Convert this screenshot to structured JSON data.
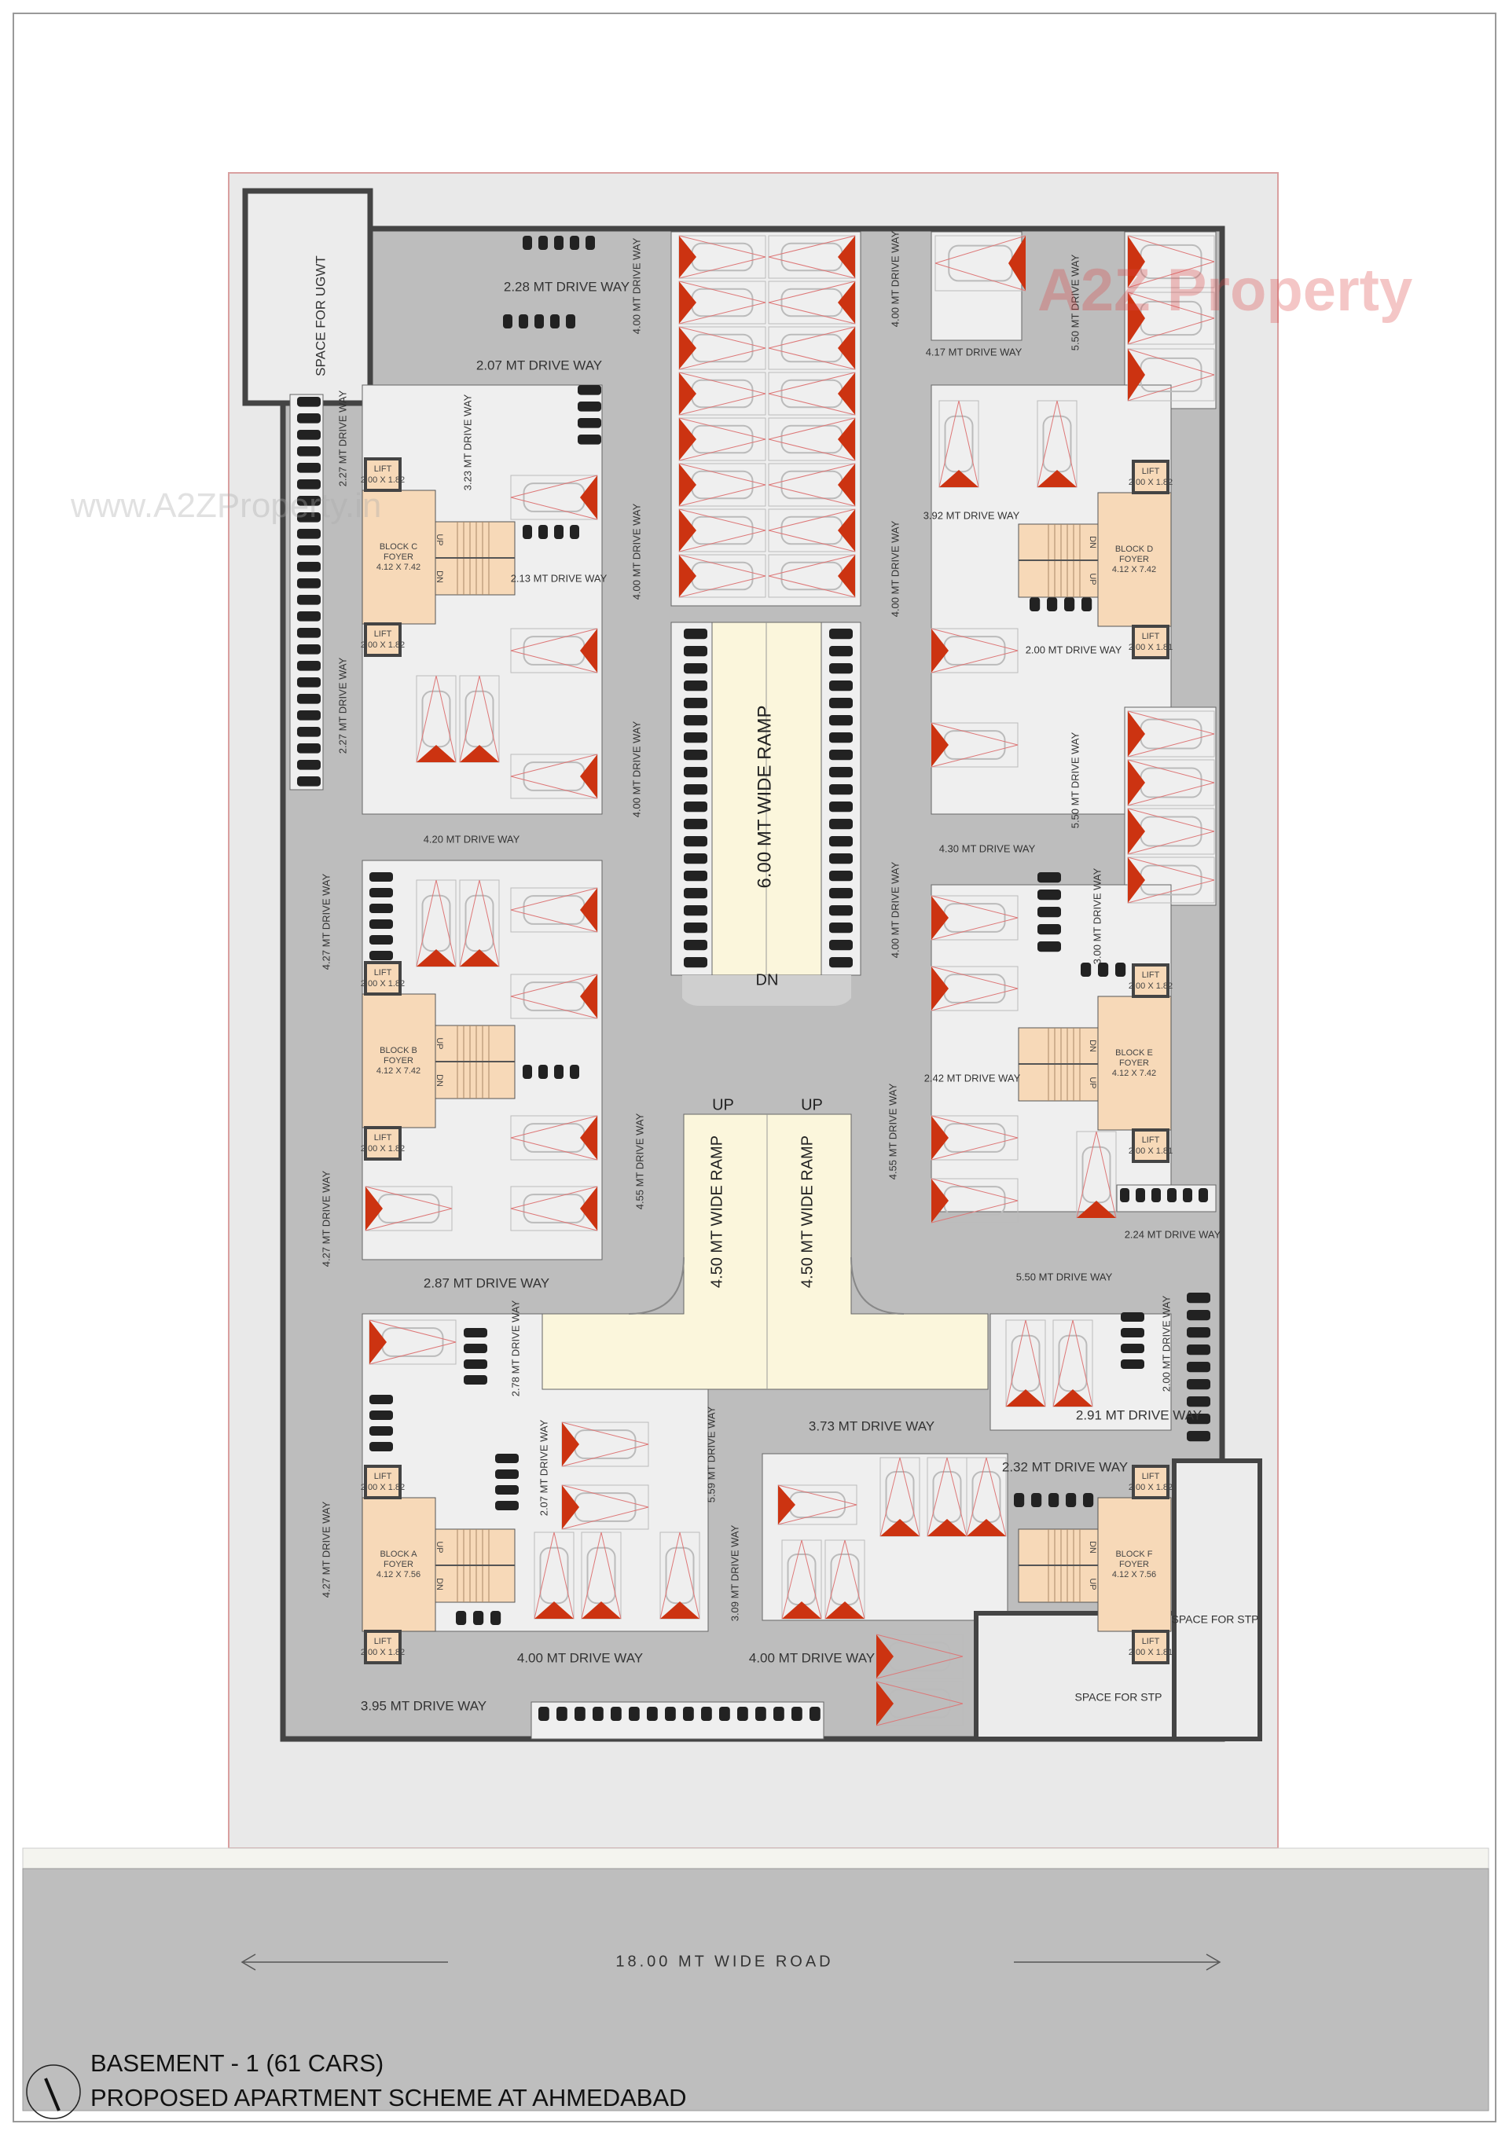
{
  "title": {
    "line1": "BASEMENT - 1 (61 CARS)",
    "line2": "PROPOSED APARTMENT SCHEME AT AHMEDABAD"
  },
  "road": {
    "label": "18.00 MT WIDE ROAD"
  },
  "watermark": {
    "logo": "A2Z Property",
    "url": "www.A2ZProperty.in"
  },
  "colors": {
    "driveway": "#bdbdbd",
    "parking_floor": "#efefef",
    "foyer": "#f7d9b8",
    "ramp": "#fbf6dc",
    "marker_red": "#cc3311",
    "wall": "#444444",
    "road": "#bebebe"
  },
  "ramps": {
    "main": "6.00 MT  WIDE RAMP",
    "left": "4.50 MT  WIDE RAMP",
    "right": "4.50 MT  WIDE RAMP",
    "dn": "DN",
    "up_left": "UP",
    "up_right": "UP"
  },
  "spaces": {
    "ugwt": "SPACE FOR UGWT",
    "stp_right": "SPACE FOR STP",
    "stp_bottom": "SPACE FOR STP"
  },
  "driveways_horizontal": [
    "2.28 MT  DRIVE WAY",
    "2.07 MT  DRIVE WAY",
    "2.13 MT DRIVE WAY",
    "4.20 MT DRIVE WAY",
    "2.87 MT  DRIVE WAY",
    "4.00 MT  DRIVE WAY",
    "4.00 MT  DRIVE WAY",
    "3.95 MT  DRIVE WAY",
    "3.73 MT DRIVE WAY",
    "2.32 MT DRIVE WAY",
    "2.91 MT DRIVE WAY",
    "5.50 MT DRIVE WAY",
    "2.24 MT DRIVE WAY",
    "2.42 MT DRIVE WAY",
    "4.30 MT DRIVE WAY",
    "2.00 MT DRIVE WAY",
    "3.92 MT DRIVE WAY",
    "4.17 MT DRIVE WAY"
  ],
  "driveways_vertical": [
    "2.27 MT DRIVE WAY",
    "2.27 MT DRIVE WAY",
    "3.23 MT DRIVE WAY",
    "4.00 MT DRIVE WAY",
    "4.00 MT DRIVE WAY",
    "4.00 MT DRIVE WAY",
    "4.27 MT DRIVE WAY",
    "4.27 MT DRIVE WAY",
    "4.27 MT DRIVE WAY",
    "4.55 MT DRIVE WAY",
    "2.78 MT DRIVE WAY",
    "2.07 MT DRIVE WAY",
    "5.59 MT DRIVE WAY",
    "3.09 MT DRIVE WAY",
    "4.00 MT DRIVE WAY",
    "4.00 MT DRIVE WAY",
    "4.00 MT DRIVE WAY",
    "4.55 MT DRIVE WAY",
    "5.50 MT DRIVE WAY",
    "5.50 MT DRIVE WAY",
    "3.00 MT DRIVE WAY",
    "2.00 MT DRIVE WAY"
  ],
  "blocks": [
    {
      "name": "BLOCK C",
      "foyer": "FOYER",
      "size": "4.12 X 7.42",
      "lift_top": "2.00 X 1.82",
      "lift_bottom": "2.00 X 1.82",
      "stair_a": "UP",
      "stair_b": "DN"
    },
    {
      "name": "BLOCK B",
      "foyer": "FOYER",
      "size": "4.12 X 7.42",
      "lift_top": "2.00 X 1.82",
      "lift_bottom": "2.00 X 1.82",
      "stair_a": "UP",
      "stair_b": "DN"
    },
    {
      "name": "BLOCK A",
      "foyer": "FOYER",
      "size": "4.12 X 7.56",
      "lift_top": "2.00 X 1.82",
      "lift_bottom": "2.00 X 1.82",
      "stair_a": "UP",
      "stair_b": "DN"
    },
    {
      "name": "BLOCK D",
      "foyer": "FOYER",
      "size": "4.12 X 7.42",
      "lift_top": "2.00 X 1.82",
      "lift_bottom": "2.00 X 1.81",
      "stair_a": "DN",
      "stair_b": "UP"
    },
    {
      "name": "BLOCK E",
      "foyer": "FOYER",
      "size": "4.12 X 7.42",
      "lift_top": "2.00 X 1.82",
      "lift_bottom": "2.00 X 1.81",
      "stair_a": "DN",
      "stair_b": "UP"
    },
    {
      "name": "BLOCK F",
      "foyer": "FOYER",
      "size": "4.12 X 7.56",
      "lift_top": "2.00 X 1.82",
      "lift_bottom": "2.00 X 1.81",
      "stair_a": "DN",
      "stair_b": "UP"
    }
  ],
  "lift_label": "LIFT"
}
